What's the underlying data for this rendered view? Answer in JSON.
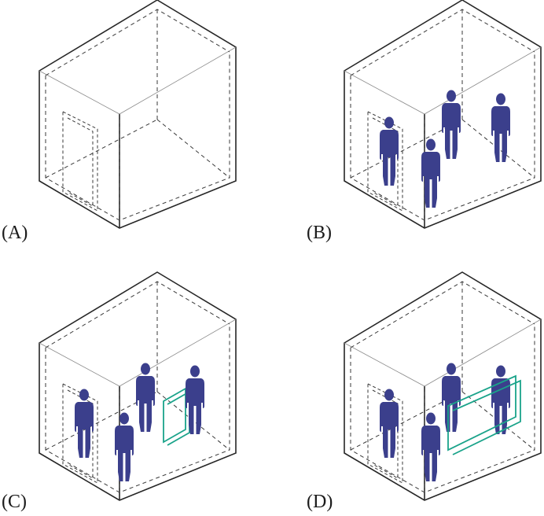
{
  "panels": [
    {
      "id": "a",
      "label": "(A)"
    },
    {
      "id": "b",
      "label": "(B)"
    },
    {
      "id": "c",
      "label": "(C)"
    },
    {
      "id": "d",
      "label": "(D)"
    }
  ],
  "colors": {
    "person": "#3b3f8c",
    "window": "#1aa38a",
    "outline": "#262626"
  },
  "icons": [
    "person-icon",
    "door-icon",
    "window-icon"
  ]
}
